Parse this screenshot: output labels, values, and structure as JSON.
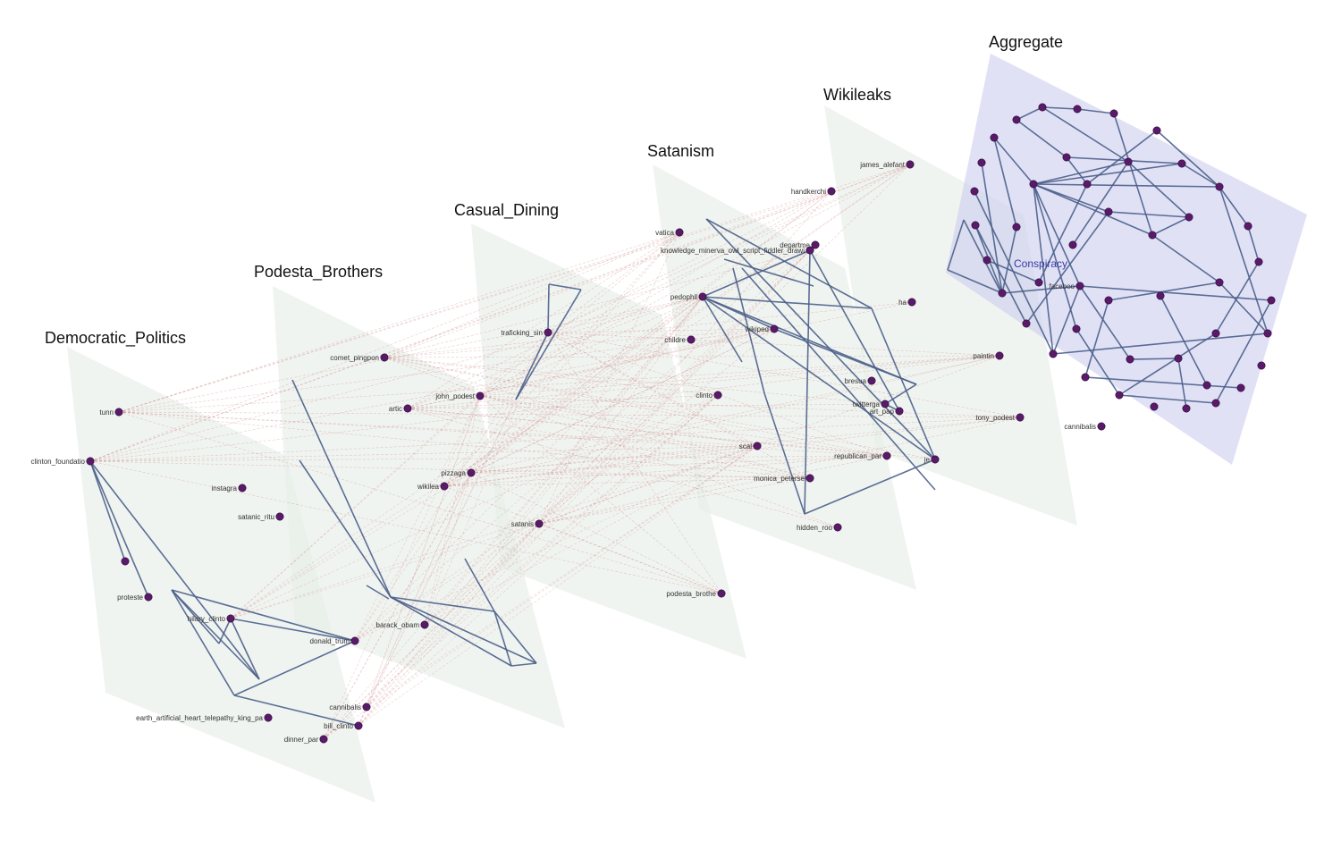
{
  "layers": [
    {
      "id": "dem",
      "title": "Democratic_Politics"
    },
    {
      "id": "pod",
      "title": "Podesta_Brothers"
    },
    {
      "id": "cas",
      "title": "Casual_Dining"
    },
    {
      "id": "sat",
      "title": "Satanism"
    },
    {
      "id": "wik",
      "title": "Wikileaks"
    },
    {
      "id": "agg",
      "title": "Aggregate"
    }
  ],
  "aggregate_label": "Conspiracy",
  "colors": {
    "plane_fill": "#e6ece6",
    "aggregate_fill": "#c9c9ee",
    "intra_edge": "#4a5f8a",
    "inter_edge": "#c46a6a",
    "node_fill": "#5a1a6a"
  },
  "labels": [
    {
      "text": "tunn"
    },
    {
      "text": "clinton_foundatio"
    },
    {
      "text": "instagra"
    },
    {
      "text": "satanic_ritu"
    },
    {
      "text": "proteste"
    },
    {
      "text": "hilary_clinto"
    },
    {
      "text": "donald_trum"
    },
    {
      "text": "earth_artificial_heart_telepathy_king_pa"
    },
    {
      "text": "cannibalis"
    },
    {
      "text": "bill_clinto"
    },
    {
      "text": "dinner_par"
    },
    {
      "text": "comet_pingpon"
    },
    {
      "text": "artic"
    },
    {
      "text": "john_podest"
    },
    {
      "text": "pizzaga"
    },
    {
      "text": "wikilea"
    },
    {
      "text": "barack_obam"
    },
    {
      "text": "traficking_sin"
    },
    {
      "text": "satanis"
    },
    {
      "text": "vatica"
    },
    {
      "text": "knowledge_minerva_owl_script_fiddler_drawi"
    },
    {
      "text": "pedophil"
    },
    {
      "text": "childre"
    },
    {
      "text": "wikiped"
    },
    {
      "text": "clinto"
    },
    {
      "text": "scal"
    },
    {
      "text": "monica_peterse"
    },
    {
      "text": "hidden_roo"
    },
    {
      "text": "podesta_brothe"
    },
    {
      "text": "james_alefant"
    },
    {
      "text": "handkerchi"
    },
    {
      "text": "departme"
    },
    {
      "text": "ha"
    },
    {
      "text": "bresua"
    },
    {
      "text": "twitterga"
    },
    {
      "text": "art_pap"
    },
    {
      "text": "republican_par"
    },
    {
      "text": "je"
    },
    {
      "text": "paintin"
    },
    {
      "text": "tony_podest"
    },
    {
      "text": "cannibalis"
    },
    {
      "text": "faceboo"
    }
  ]
}
